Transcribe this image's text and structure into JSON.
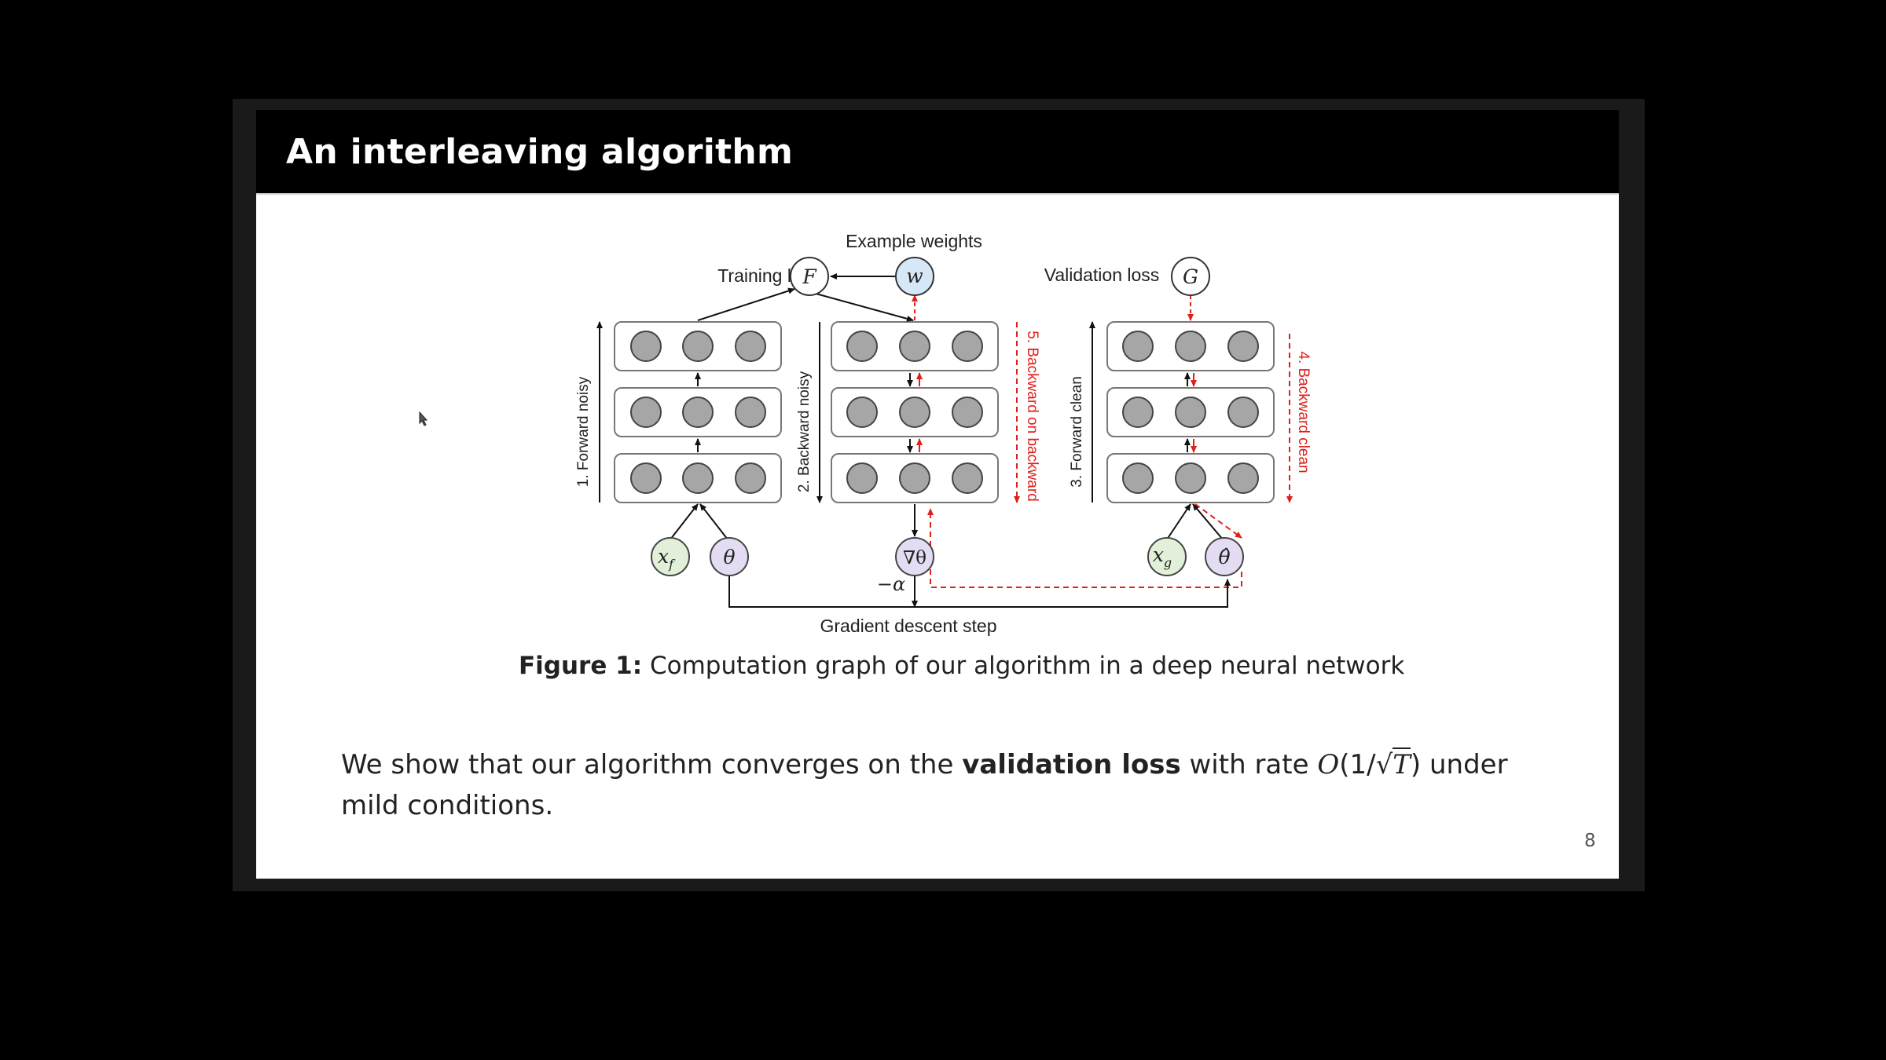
{
  "slide": {
    "title": "An interleaving algorithm",
    "page_number": "8"
  },
  "figure": {
    "labels": {
      "example_weights": "Example weights",
      "training_loss": "Training loss",
      "validation_loss": "Validation loss",
      "forward_noisy": "1. Forward noisy",
      "backward_noisy": "2. Backward noisy",
      "forward_clean": "3. Forward clean",
      "backward_clean": "4. Backward clean",
      "backward_on_backward": "5. Backward on backward",
      "gradient_descent_step": "Gradient descent step",
      "neg_alpha": "−α"
    },
    "nodes": {
      "F": "F",
      "w": "w",
      "G": "G",
      "theta": "θ",
      "grad_theta": "∇θ",
      "theta_hat": "θ̂",
      "x": "x",
      "x_f_sub": "f",
      "x_g_sub": "g"
    },
    "colors": {
      "red": "#e0201b",
      "node_gray": "#a6a6a6",
      "w_fill": "#d6e8f7",
      "x_fill": "#e2efd9",
      "theta_fill": "#e4dcf3"
    }
  },
  "caption": {
    "prefix": "Figure 1:",
    "text": "Computation graph of our algorithm in a deep neural network"
  },
  "body": {
    "part1": "We show that our algorithm converges on the",
    "bold": "validation loss",
    "part2": "with rate",
    "rate_O": "O",
    "rate_open": "(1/",
    "rate_T": "T",
    "rate_close": ")",
    "part3": "under mild conditions."
  }
}
